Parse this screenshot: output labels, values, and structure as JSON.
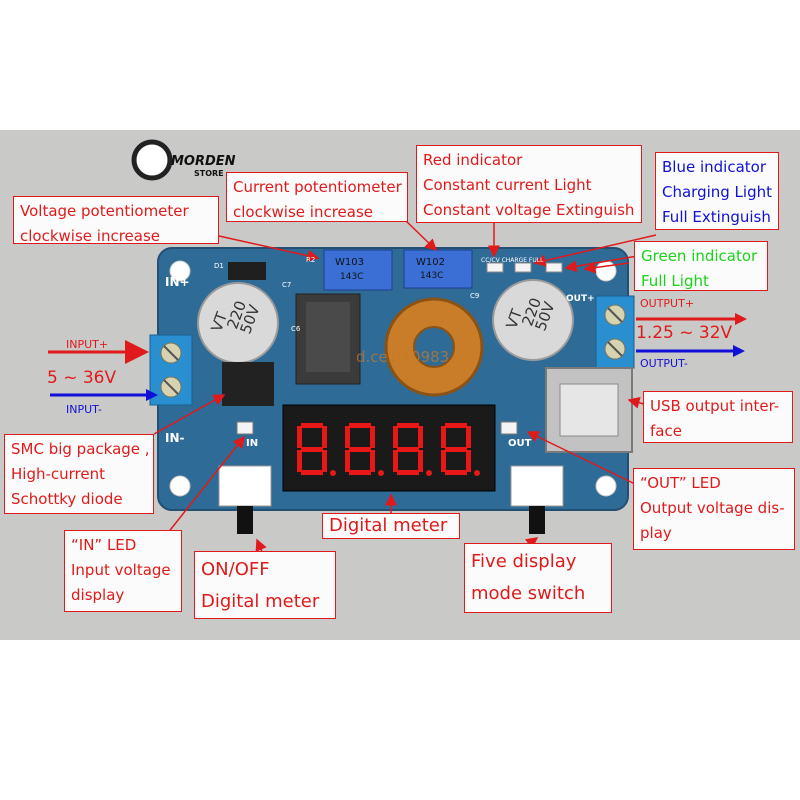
{
  "logo": {
    "brand": "MORDEN",
    "sub": "STORE"
  },
  "labels": {
    "voltage_pot": [
      "Voltage potentiometer",
      "clockwise increase"
    ],
    "current_pot": [
      "Current potentiometer",
      "clockwise increase"
    ],
    "red_indicator": [
      "Red indicator",
      "Constant current Light",
      "Constant voltage Extinguish"
    ],
    "blue_indicator": [
      "Blue indicator",
      "Charging Light",
      "Full Extinguish"
    ],
    "green_indicator": [
      "Green indicator",
      "Full Light"
    ],
    "usb_output": [
      "USB output inter-",
      "face"
    ],
    "out_led": [
      "“OUT” LED",
      "Output voltage dis-",
      "play"
    ],
    "smc": [
      "SMC big package ,",
      "High-current",
      "Schottky diode"
    ],
    "in_led": [
      "“IN” LED",
      "Input voltage",
      "display"
    ],
    "on_off": [
      "ON/OFF",
      "Digital meter"
    ],
    "digital_meter": "Digital meter",
    "five_display": [
      "Five display",
      "mode switch"
    ]
  },
  "io": {
    "input_plus": "INPUT+",
    "input_minus": "INPUT-",
    "input_range": "5 ~ 36V",
    "output_plus": "OUTPUT+",
    "output_minus": "OUTPUT-",
    "output_range": "1.25 ~ 32V"
  },
  "board": {
    "in_plus": "IN+",
    "in_minus": "IN-",
    "out_plus": "OUT+",
    "in_led": "IN",
    "out_led": "OUT",
    "cap_left": [
      "VT",
      "220",
      "50V"
    ],
    "cap_right": [
      "VT",
      "220",
      "50V"
    ],
    "pot1": [
      "W103",
      "143C"
    ],
    "pot2": [
      "W102",
      "143C"
    ],
    "led_labels": "CC/CV CHARGE FULL",
    "ref_d1": "D1",
    "ref_r2": "R2",
    "ref_c7": "C7",
    "ref_c9": "C9",
    "ref_c6": "C6",
    "watermark": "d.ce1l10983"
  },
  "colors": {
    "annotation_red": "#e01a1a",
    "blue_text": "#1010d8",
    "green_text": "#18d418",
    "pcb": "#2f6b97",
    "terminal": "#2a8fd0"
  }
}
